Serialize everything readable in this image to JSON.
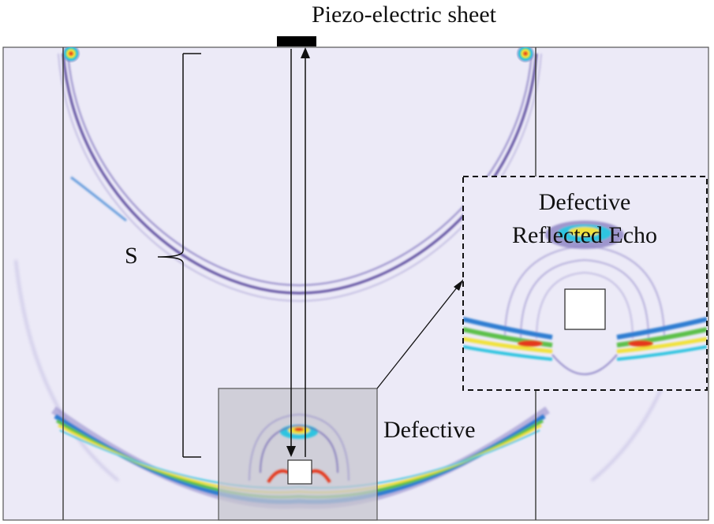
{
  "labels": {
    "sensor": "Piezo-electric sheet",
    "distance": "S",
    "defect_region": "Defective",
    "inset_line1": "Defective",
    "inset_line2": "Reflected Echo"
  },
  "colors": {
    "field_background": "#eceaf7",
    "wave_purple": "#5d4d9f",
    "wave_blue": "#2f7dd1",
    "wave_cyan": "#2fc4e0",
    "wave_green": "#5cc04a",
    "wave_yellow": "#f0e23a",
    "wave_red": "#e5391b",
    "defect_fill": "#ffffff",
    "highlight_box": "#c7c5cf",
    "sensor_bar": "#000000"
  }
}
